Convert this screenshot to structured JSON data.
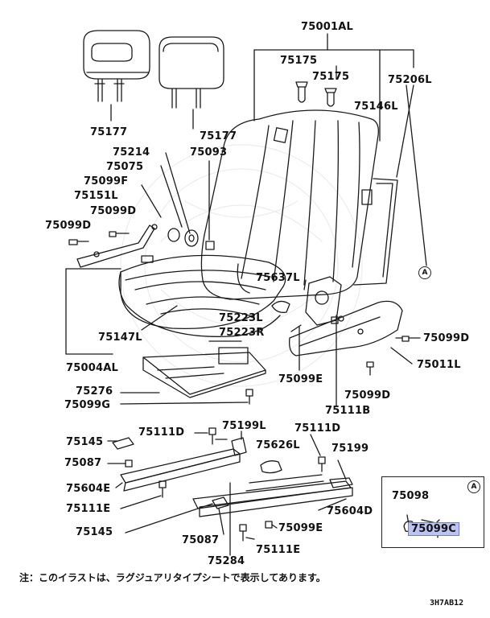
{
  "labels": {
    "p75001AL": "75001AL",
    "p75175a": "75175",
    "p75175b": "75175",
    "p75206L": "75206L",
    "p75146L": "75146L",
    "p75177a": "75177",
    "p75177b": "75177",
    "p75214": "75214",
    "p75093": "75093",
    "p75075": "75075",
    "p75099F": "75099F",
    "p75151L": "75151L",
    "p75099Da": "75099D",
    "p75099Db": "75099D",
    "p75637L": "75637L",
    "p75223L": "75223L",
    "p75223R": "75223R",
    "p75147L": "75147L",
    "p75004AL": "75004AL",
    "p75099Dc": "75099D",
    "p75011L": "75011L",
    "p75099Dd": "75099D",
    "p75276": "75276",
    "p75099E": "75099E",
    "p75099G": "75099G",
    "p75111B": "75111B",
    "p75111Da": "75111D",
    "p75199L": "75199L",
    "p75111Db": "75111D",
    "p75145a": "75145",
    "p75626L": "75626L",
    "p75199": "75199",
    "p75087a": "75087",
    "p75604E": "75604E",
    "p75604D": "75604D",
    "p75111Ea": "75111E",
    "p75145b": "75145",
    "p75087b": "75087",
    "p75099Eb": "75099E",
    "p75111Eb": "75111E",
    "p75284": "75284",
    "p75098": "75098",
    "p75099C": "75099C"
  },
  "callout": "A",
  "inset_callout": "A",
  "note": "注：このイラストは、ラグジュアリタイプシートで表示してあります。",
  "code": "3H7AB12",
  "highlight_color": "#bcc3f0"
}
